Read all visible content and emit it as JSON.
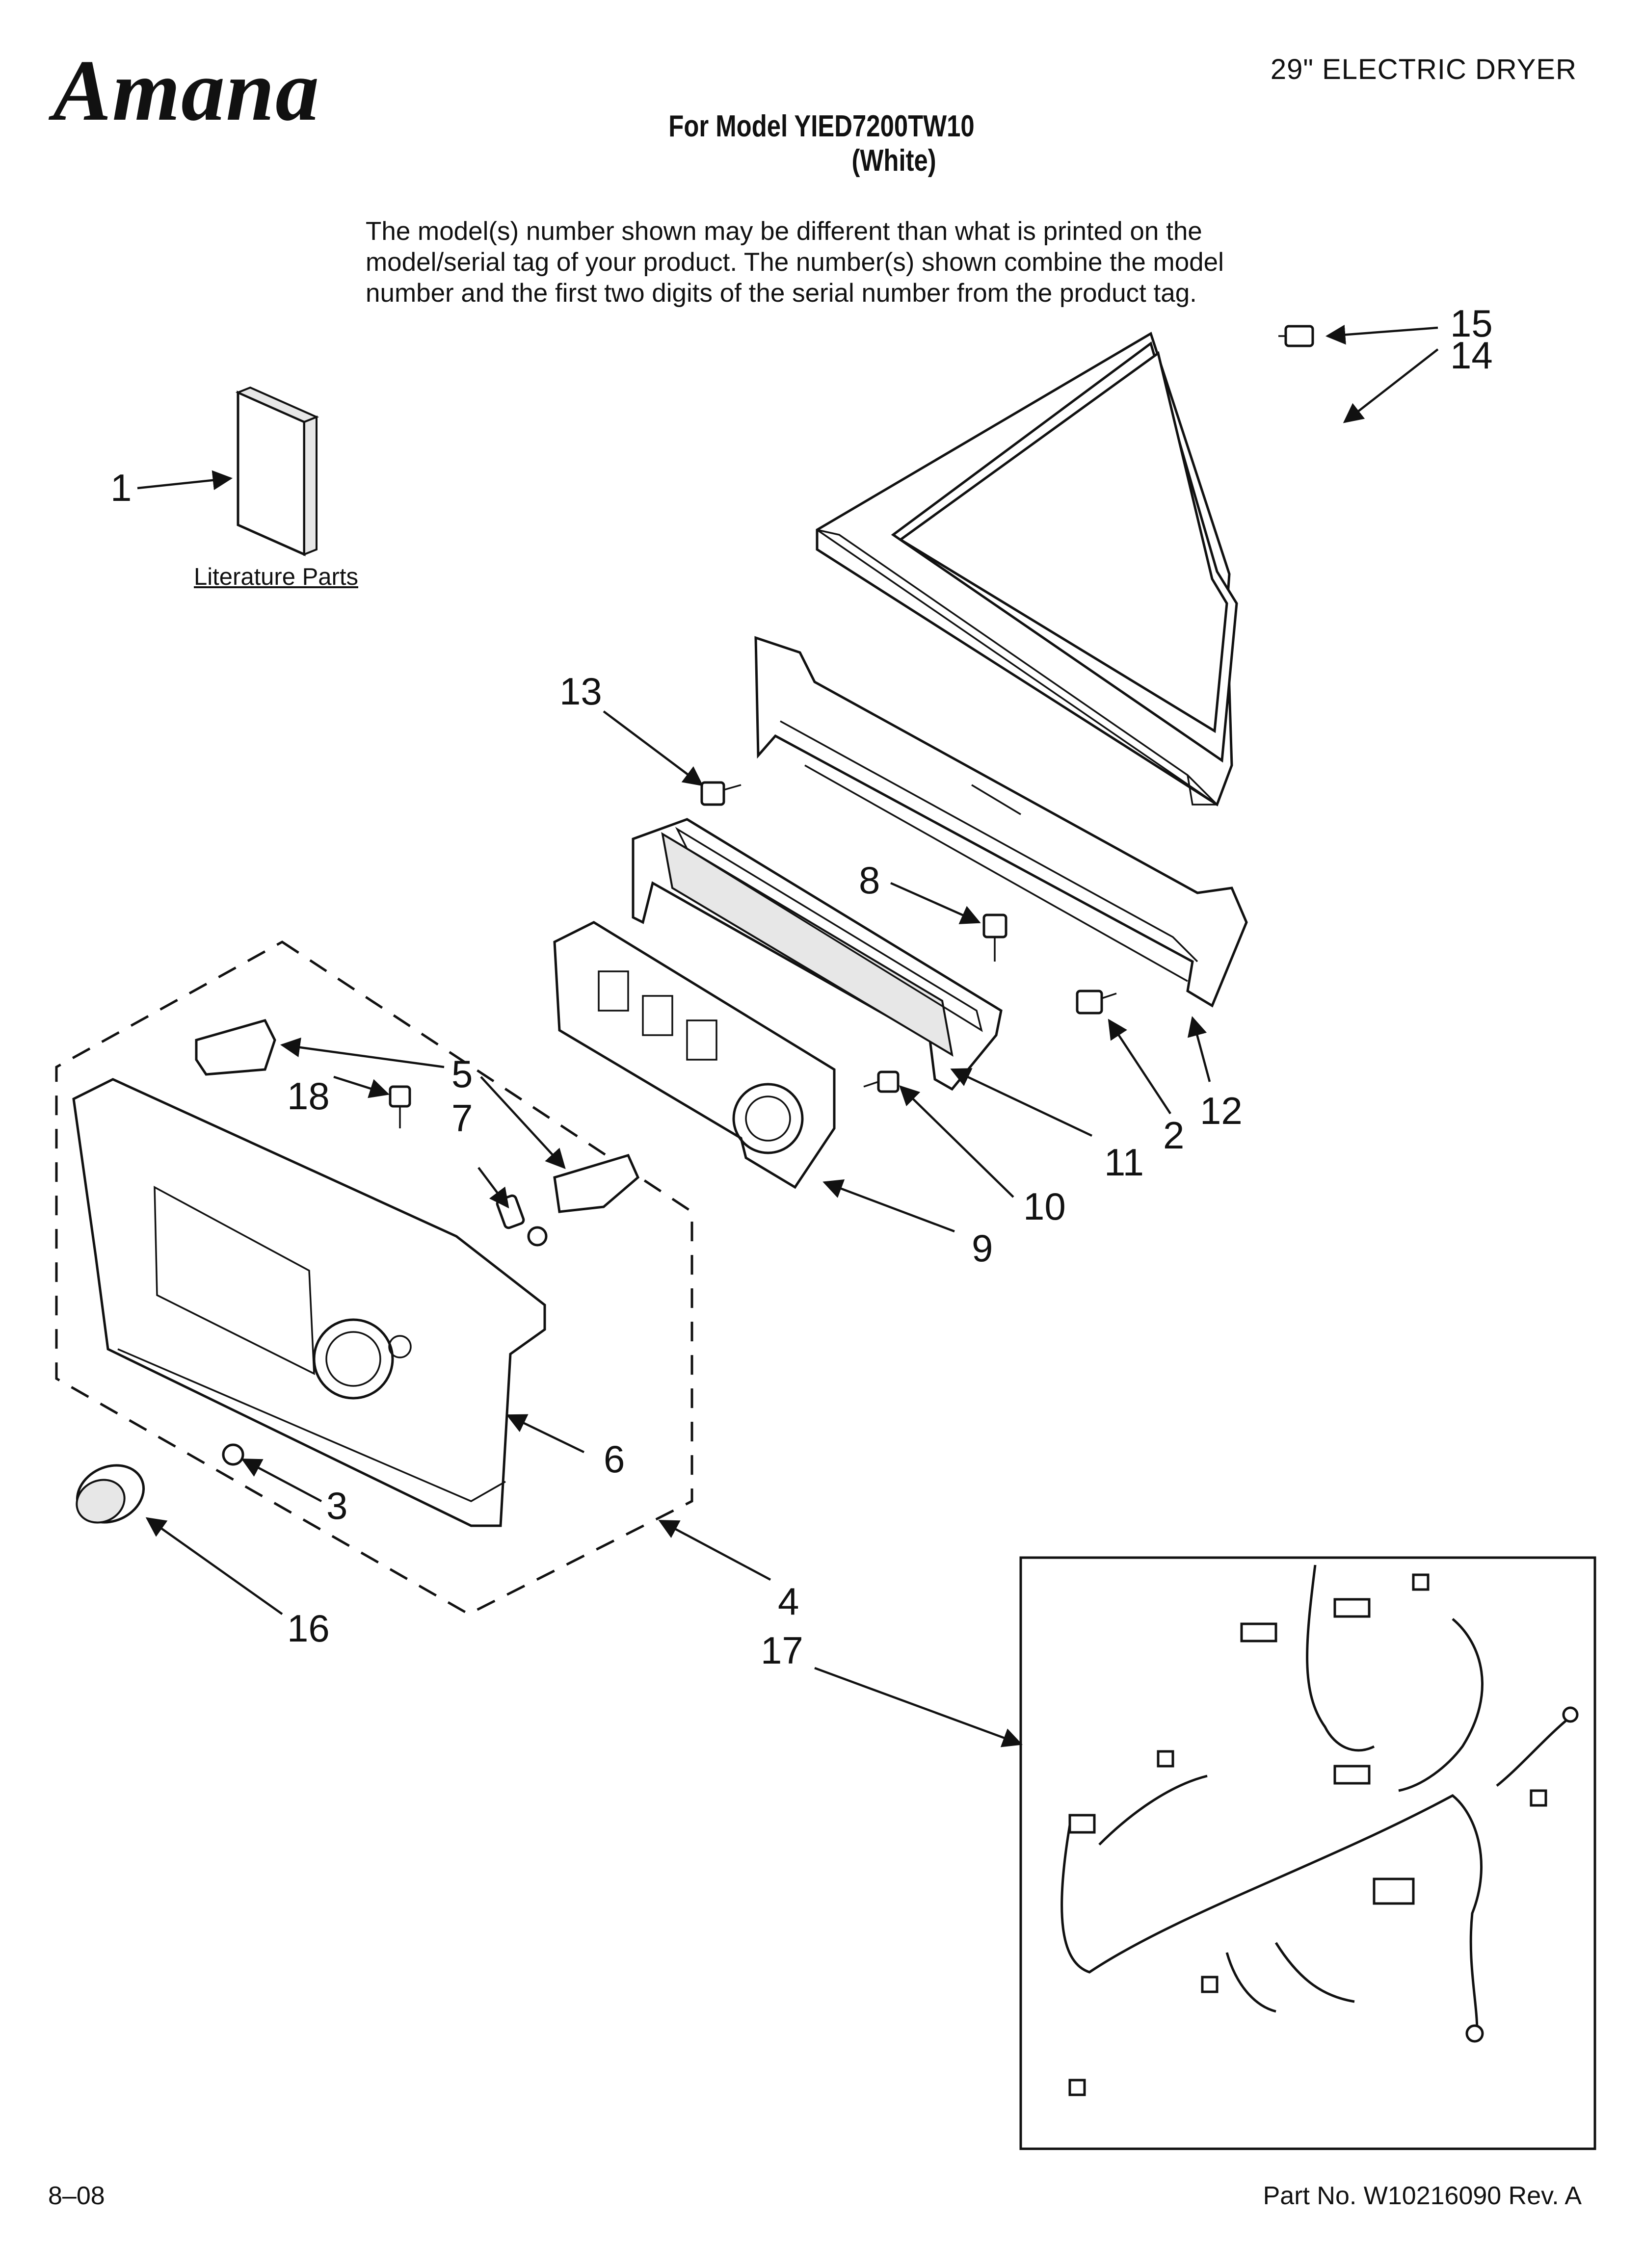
{
  "header": {
    "brand": "Amana",
    "product_type": "29\" ELECTRIC DRYER",
    "model_line1": "For Model YIED7200TW10",
    "model_line2": "(White)"
  },
  "notice": {
    "line1": "The model(s) number shown may be different than what is printed on the",
    "line2": "model/serial tag of your product. The number(s) shown combine the model",
    "line3": "number and the first two digits of the serial number from the product tag."
  },
  "literature_label": "Literature Parts",
  "callouts": {
    "c1": "1",
    "c2": "2",
    "c3": "3",
    "c4": "4",
    "c5": "5",
    "c6": "6",
    "c7": "7",
    "c8": "8",
    "c9": "9",
    "c10": "10",
    "c11": "11",
    "c12": "12",
    "c13": "13",
    "c14": "14",
    "c15": "15",
    "c16": "16",
    "c17": "17",
    "c18": "18"
  },
  "footer": {
    "date": "8–08",
    "part_number": "Part No. W10216090 Rev. A"
  }
}
